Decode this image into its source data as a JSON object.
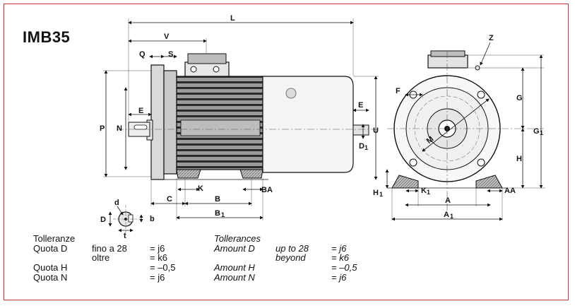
{
  "title": "IMB35",
  "dims": {
    "L": "L",
    "V": "V",
    "Q": "Q",
    "S": "S",
    "E": "E",
    "P": "P",
    "N": "N",
    "E2": "E",
    "U": "U",
    "D1": "D",
    "D1sub": "1",
    "C": "C",
    "K": "K",
    "B": "B",
    "B1": "B",
    "B1sub": "1",
    "BA": "BA",
    "Z": "Z",
    "F": "F",
    "G": "G",
    "G1": "G",
    "G1sub": "1",
    "M": "M",
    "H": "H",
    "H1": "H",
    "H1sub": "1",
    "K1": "K",
    "K1sub": "1",
    "AA": "AA",
    "A": "A",
    "A1": "A",
    "A1sub": "1",
    "d": "d",
    "Dshaft": "D",
    "b": "b",
    "t": "t"
  },
  "tolerances_it": {
    "heading": "Tolleranze",
    "rows": [
      {
        "label": "Quota D",
        "cond": "fino a 28",
        "val": "= j6"
      },
      {
        "label": "",
        "cond": "oltre",
        "val": "= k6"
      },
      {
        "label": "Quota H",
        "cond": "",
        "val": "= –0,5"
      },
      {
        "label": "Quota N",
        "cond": "",
        "val": "= j6"
      }
    ]
  },
  "tolerances_en": {
    "heading": "Tollerances",
    "rows": [
      {
        "label": "Amount D",
        "cond": "up to 28",
        "val": "= j6"
      },
      {
        "label": "",
        "cond": "beyond",
        "val": "= k6"
      },
      {
        "label": "Amount H",
        "cond": "",
        "val": "= –0,5"
      },
      {
        "label": "Amount N",
        "cond": "",
        "val": "= j6"
      }
    ]
  }
}
